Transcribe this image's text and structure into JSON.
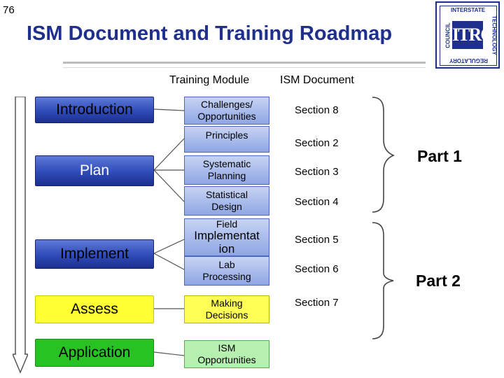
{
  "slide": {
    "number": "76",
    "title": "ISM Document and Training Roadmap"
  },
  "logo": {
    "mark": "ITRC",
    "top_text": "INTERSTATE",
    "bottom_text": "REGULATORY",
    "left_text": "COUNCIL",
    "right_text": "TECHNOLOGY",
    "color": "#1f2f8c"
  },
  "columns": {
    "training_module": "Training Module",
    "ism_document": "ISM Document"
  },
  "phases": [
    {
      "label": "Introduction",
      "style": "blue"
    },
    {
      "label": "Plan",
      "style": "blue"
    },
    {
      "label": "Implement",
      "style": "blue"
    },
    {
      "label": "Assess",
      "style": "yellow"
    },
    {
      "label": "Application",
      "style": "green"
    }
  ],
  "modules": [
    {
      "lines": [
        "Challenges/",
        "Opportunities"
      ]
    },
    {
      "lines": [
        "Principles"
      ]
    },
    {
      "lines": [
        "Systematic",
        "Planning"
      ]
    },
    {
      "lines": [
        "Statistical",
        "Design"
      ]
    },
    {
      "lines": [
        "Field",
        "Implementat",
        "ion"
      ]
    },
    {
      "lines": [
        "Lab",
        "Processing"
      ]
    },
    {
      "lines": [
        "Making",
        "Decisions"
      ]
    },
    {
      "lines": [
        "ISM",
        "Opportunities"
      ]
    }
  ],
  "sections": [
    "Section 8",
    "Section 2",
    "Section 3",
    "Section 4",
    "Section 5",
    "Section 6",
    "Section 7"
  ],
  "parts": [
    "Part 1",
    "Part 2"
  ],
  "colors": {
    "title": "#1f2f8c",
    "phase_blue": "#2f4bb8",
    "phase_yellow": "#ffff33",
    "phase_green": "#29c224",
    "module_blue": "#a9bcec"
  }
}
